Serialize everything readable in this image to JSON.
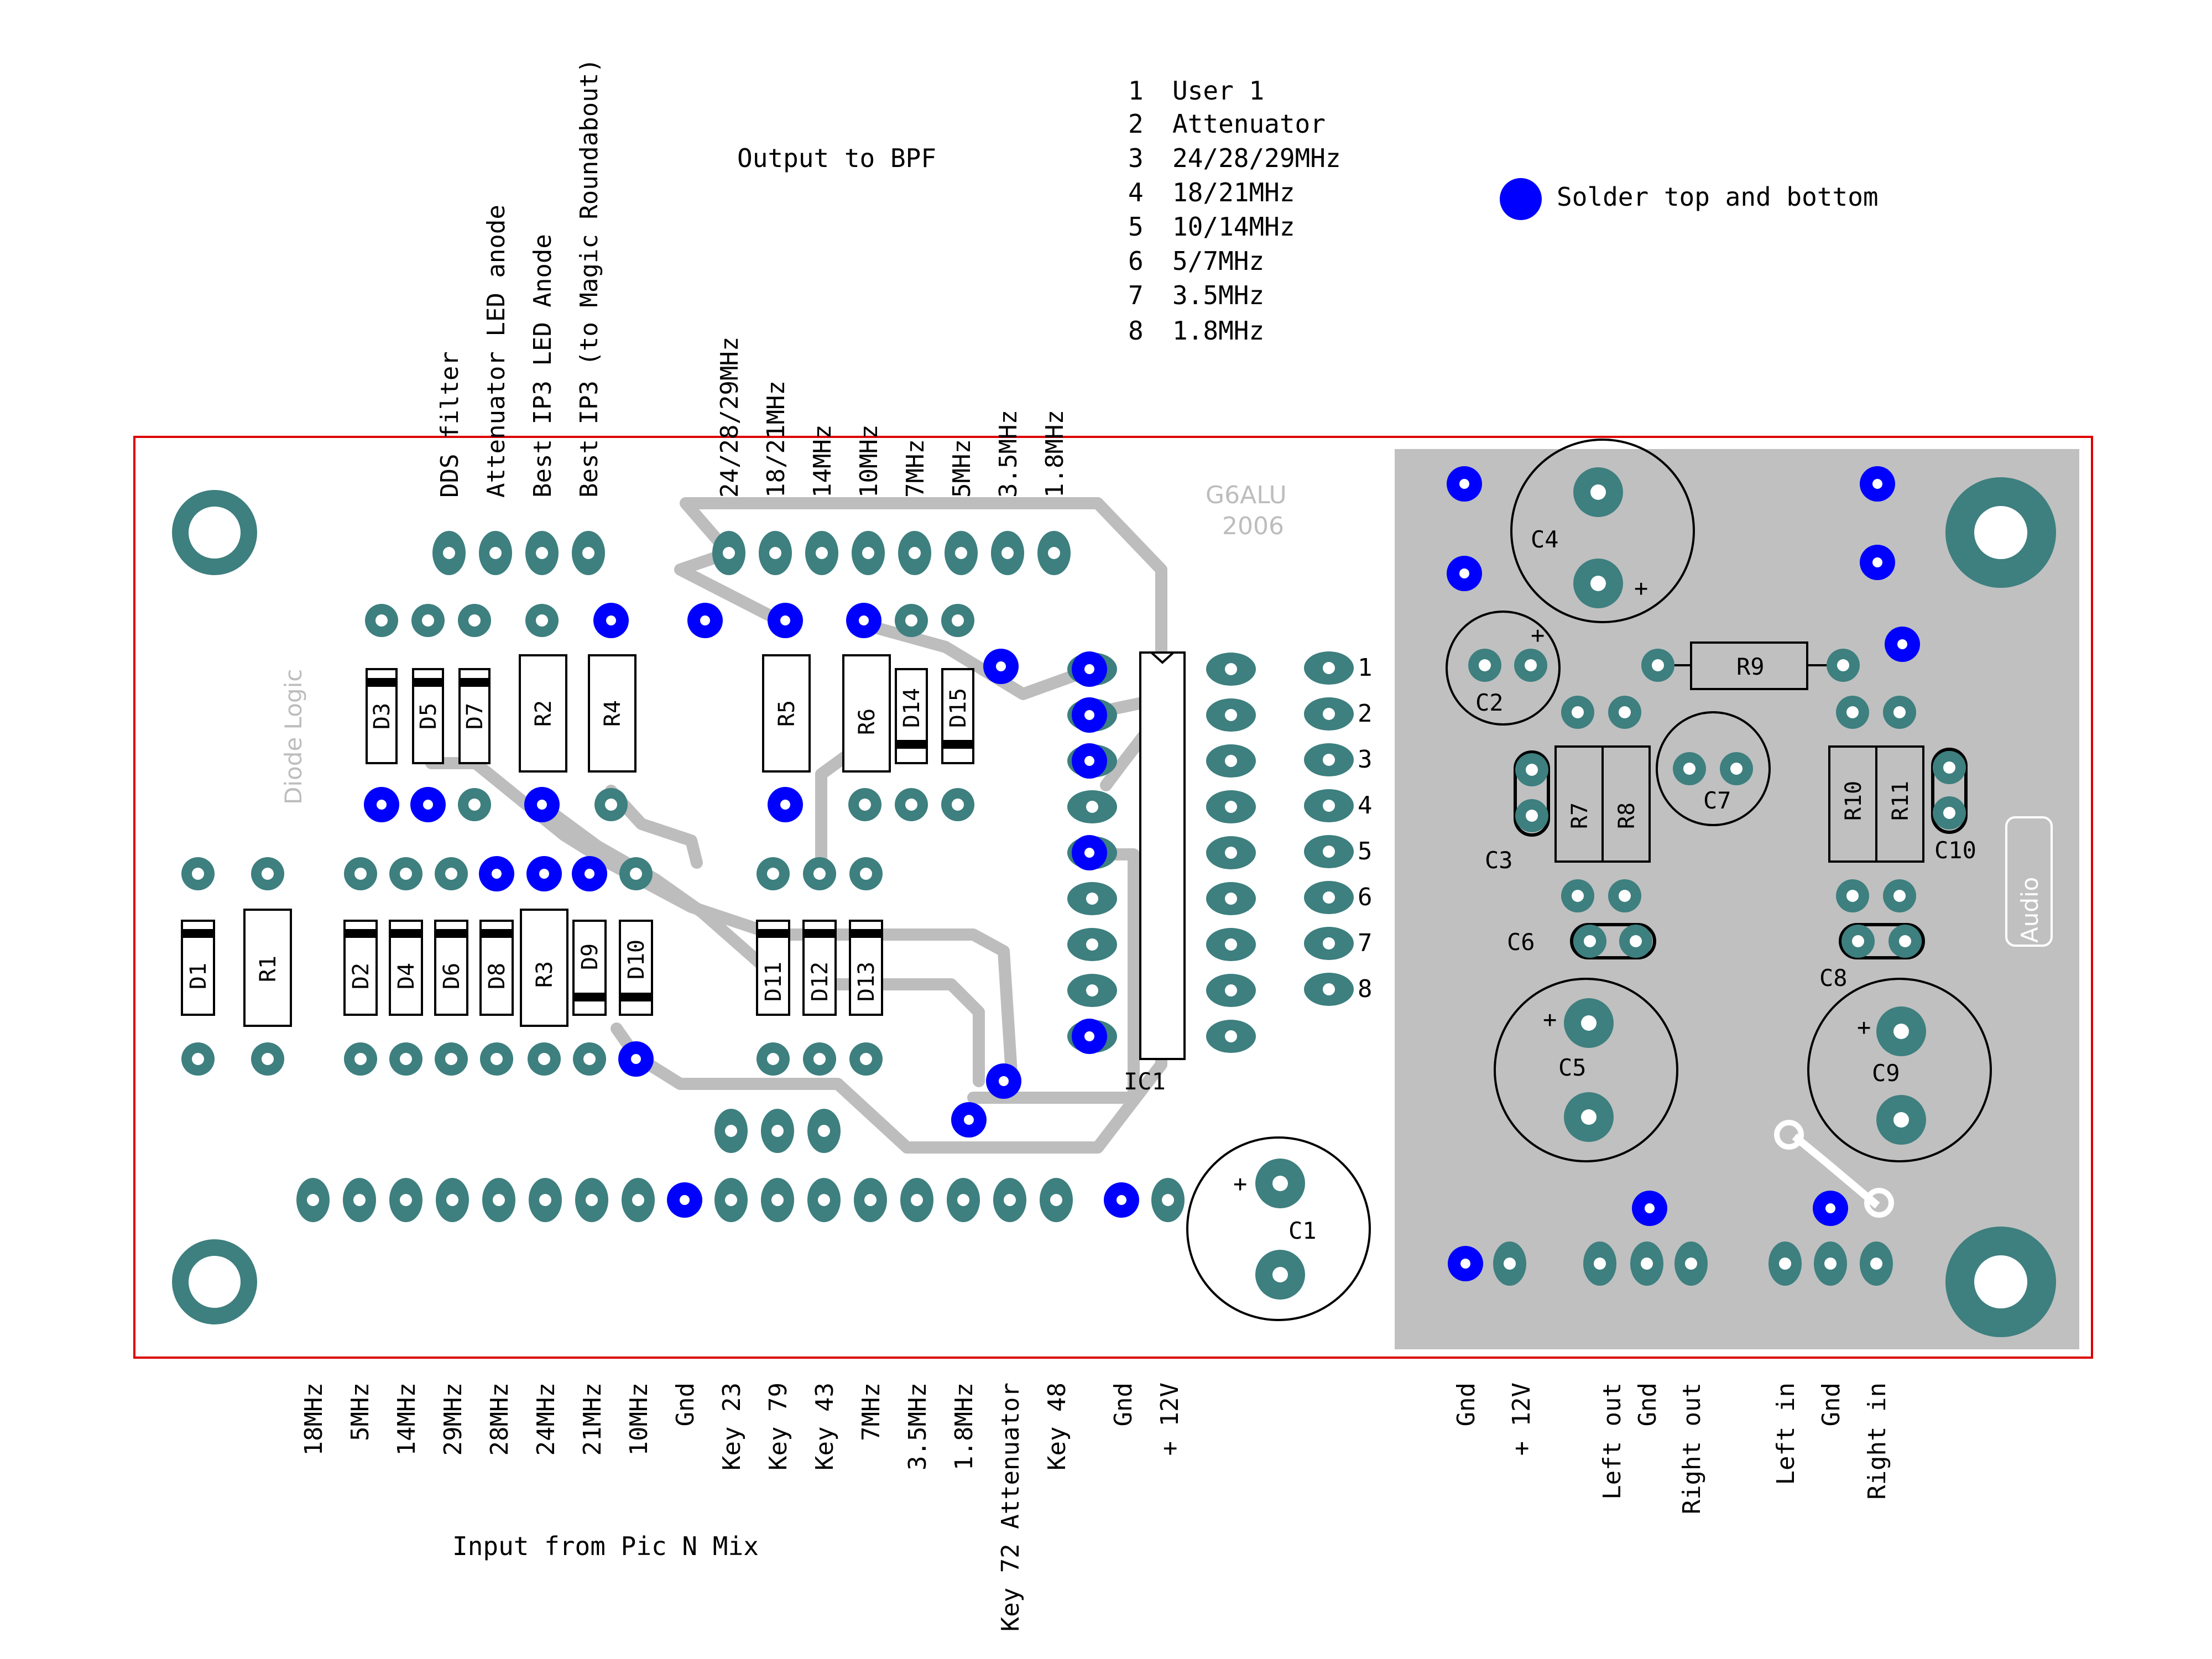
{
  "title_top": "Output to BPF",
  "title_bottom": "Input from Pic N Mix",
  "legend": {
    "text": "Solder top and bottom",
    "color": "#0000ff",
    "icon": "filled-circle-icon"
  },
  "channel_key": [
    {
      "num": "1",
      "label": "User 1"
    },
    {
      "num": "2",
      "label": "Attenuator"
    },
    {
      "num": "3",
      "label": "24/28/29MHz"
    },
    {
      "num": "4",
      "label": "18/21MHz"
    },
    {
      "num": "5",
      "label": "10/14MHz"
    },
    {
      "num": "6",
      "label": "5/7MHz"
    },
    {
      "num": "7",
      "label": "3.5MHz"
    },
    {
      "num": "8",
      "label": "1.8MHz"
    }
  ],
  "top_left_pins": [
    "DDS filter",
    "Attenuator LED anode",
    "Best IP3 LED Anode",
    "Best IP3 (to Magic Roundabout)"
  ],
  "top_bpf_pins": [
    "24/28/29MHz",
    "18/21MHz",
    "14MHz",
    "10MHz",
    "7MHz",
    "5MHz",
    "3.5MHz",
    "1.8MHz"
  ],
  "bottom_pins": [
    "18MHz",
    "5MHz",
    "14MHz",
    "29MHz",
    "28MHz",
    "24MHz",
    "21MHz",
    "10MHz",
    "Gnd",
    "Key 23",
    "Key 79",
    "Key 43",
    "7MHz",
    "3.5MHz",
    "1.8MHz",
    "Key 72  Attenuator",
    "Key 48",
    "Gnd",
    "+ 12V"
  ],
  "audio_bottom_pins": [
    "Gnd",
    "+ 12V",
    "Left out",
    "Gnd",
    "Right out",
    "Left in",
    "Gnd",
    "Right in"
  ],
  "right_header_numbers": [
    "1",
    "2",
    "3",
    "4",
    "5",
    "6",
    "7",
    "8"
  ],
  "board_text": {
    "author": "G6ALU",
    "year": "2006",
    "diode_logic": "Diode Logic",
    "audio": "Audio"
  },
  "components": {
    "diodes_top": [
      "D3",
      "D5",
      "D7"
    ],
    "resistors_top": [
      "R2",
      "R4",
      "R5",
      "R6"
    ],
    "diodes_mid": [
      "D14",
      "D15"
    ],
    "diodes_bottom": [
      "D1",
      "D2",
      "D4",
      "D6",
      "D8",
      "D9",
      "D10"
    ],
    "resistors_bottom": [
      "R1",
      "R3"
    ],
    "diodes_center": [
      "D11",
      "D12",
      "D13"
    ],
    "ic": "IC1",
    "capacitors": [
      "C1",
      "C2",
      "C3",
      "C4",
      "C5",
      "C6",
      "C7",
      "C8",
      "C9",
      "C10"
    ],
    "audio_resistors": [
      "R7",
      "R8",
      "R9",
      "R10",
      "R11"
    ],
    "plus": "+"
  },
  "colors": {
    "board_outline": "#dd0000",
    "pad": "#3e7f7f",
    "via": "#0000ff",
    "trace": "#bdbdbd",
    "audio_bg": "#c0c0c0"
  }
}
